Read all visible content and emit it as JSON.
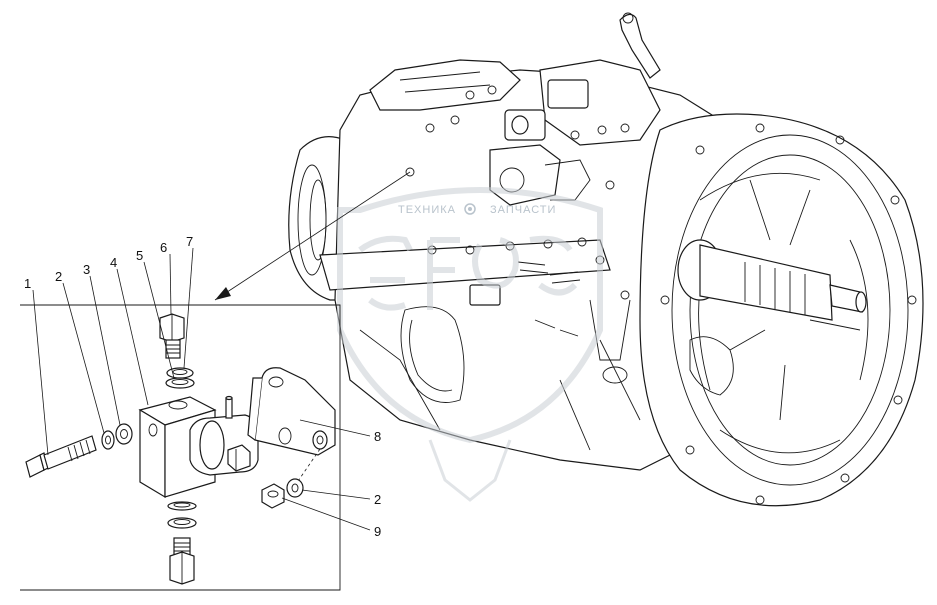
{
  "callouts": [
    {
      "id": "1",
      "text": "1"
    },
    {
      "id": "2",
      "text": "2"
    },
    {
      "id": "3",
      "text": "3"
    },
    {
      "id": "4",
      "text": "4"
    },
    {
      "id": "5",
      "text": "5"
    },
    {
      "id": "6",
      "text": "6"
    },
    {
      "id": "7",
      "text": "7"
    },
    {
      "id": "8",
      "text": "8"
    },
    {
      "id": "2b",
      "text": "2"
    },
    {
      "id": "9",
      "text": "9"
    }
  ],
  "watermark": {
    "left_text": "ТЕХНИКА",
    "right_text": "ЗАПЧАСТИ",
    "gear_icon": "gear-icon"
  },
  "colors": {
    "line": "#1a1a1a",
    "watermark": "#c8ced4",
    "background": "#ffffff"
  }
}
